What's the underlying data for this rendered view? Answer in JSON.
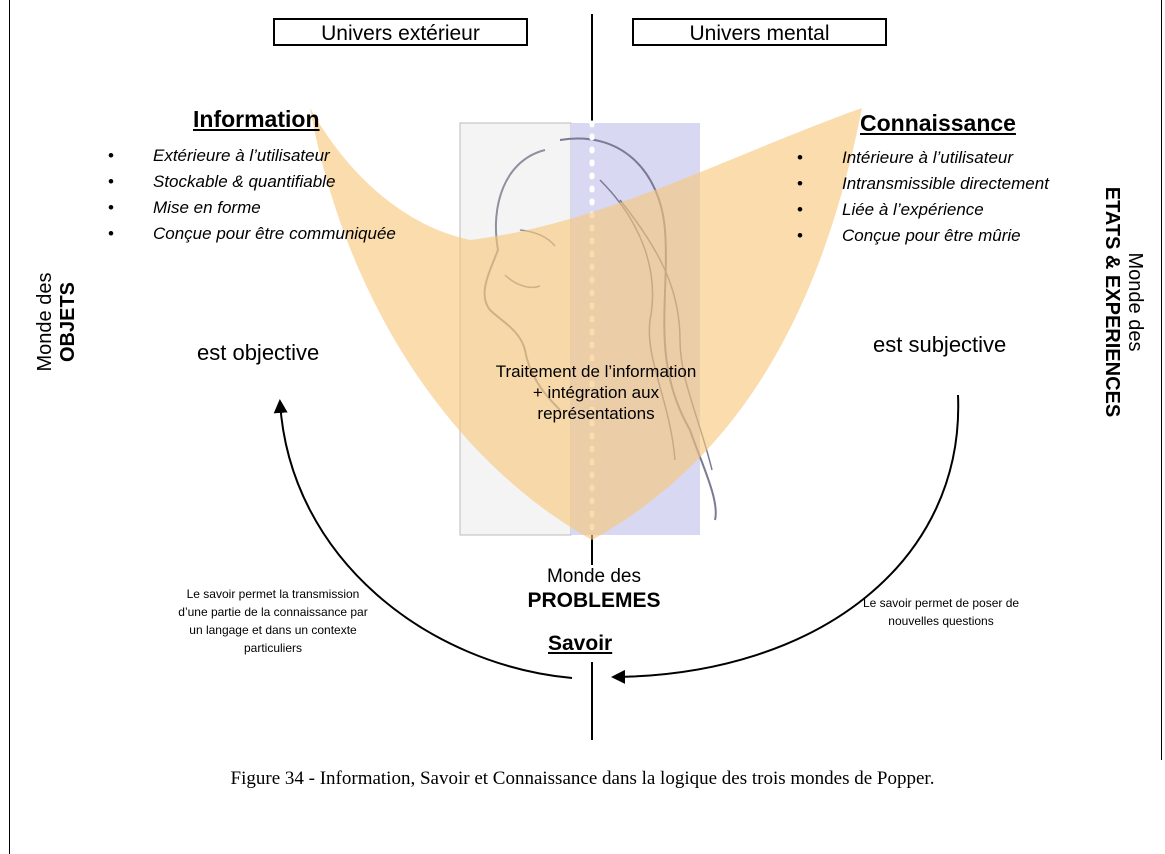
{
  "header": {
    "outer_universe": "Univers extérieur",
    "mental_universe": "Univers mental"
  },
  "information": {
    "title": "Information",
    "bullets": [
      "Extérieure à l’utilisateur",
      "Stockable & quantifiable",
      "Mise en forme",
      "Conçue pour être communiquée"
    ],
    "quality": "est objective"
  },
  "connaissance": {
    "title": "Connaissance",
    "bullets": [
      "Intérieure à l’utilisateur",
      "Intransmissible directement",
      "Liée à l’expérience",
      "Conçue pour être mûrie"
    ],
    "quality": "est subjective"
  },
  "left_world": {
    "line1": "Monde des",
    "line2": "OBJETS"
  },
  "right_world": {
    "line1": "Monde des",
    "line2": "ETATS & EXPERIENCES"
  },
  "center": {
    "line1": "Traitement de l’information",
    "line2": "+ intégration aux",
    "line3": "représentations"
  },
  "bottom_world": {
    "line1": "Monde des",
    "line2": "PROBLEMES"
  },
  "savoir": {
    "title": "Savoir"
  },
  "left_note": {
    "line1": "Le savoir permet la transmission",
    "line2": "d’une partie de la connaissance par",
    "line3": "un langage et dans un contexte",
    "line4": "particuliers"
  },
  "right_note": {
    "line1": "Le savoir permet de poser de",
    "line2": "nouvelles questions"
  },
  "caption": "Figure 34 - Information, Savoir et Connaissance dans la logique des trois mondes de Popper.",
  "colors": {
    "funnel": "#f7c77a",
    "portrait_bg": "#d8d8f2",
    "arrow": "#000000"
  }
}
